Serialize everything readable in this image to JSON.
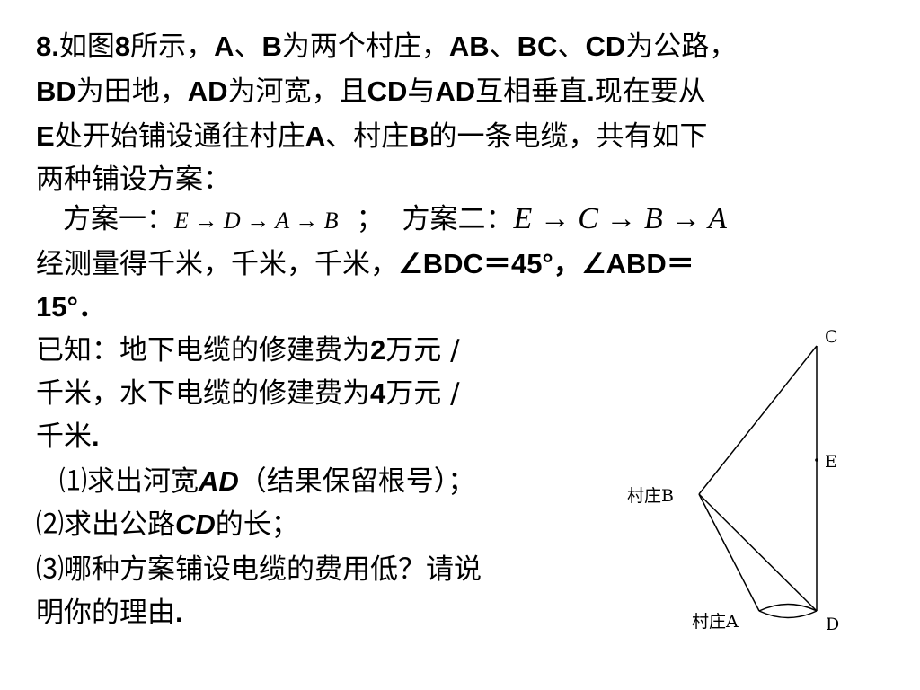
{
  "problem": {
    "l1": {
      "a": "8.",
      "b": "如图",
      "c": "8",
      "d": "所示，",
      "e": "A",
      "f": "、",
      "g": "B",
      "h": "为两个村庄，",
      "i": "AB",
      "j": "、",
      "k": "BC",
      "l": "、",
      "m": "CD",
      "n": "为公路，"
    },
    "l2": {
      "a": "BD",
      "b": "为田地，",
      "c": "AD",
      "d": "为河宽，且",
      "e": "CD",
      "f": "与",
      "g": "AD",
      "h": "互相垂直",
      "i": ".",
      "j": "现在要从"
    },
    "l3": {
      "a": "E",
      "b": "处开始铺设通往村庄",
      "c": "A",
      "d": "、村庄",
      "e": "B",
      "f": "的一条电缆，共有如下"
    },
    "l4": {
      "a": "两种铺设方案："
    },
    "l5": {
      "label1": "方案一：",
      "route1": "E → D → A → B",
      "semi": "；",
      "label2": "方案二：",
      "route2": "E → C → B → A"
    },
    "l6": {
      "a": "经测量得千米，千米，千米，",
      "b": "∠BDC＝45°，∠ABD＝"
    },
    "l7": {
      "a": "15°．"
    },
    "l8": {
      "a": "已知：地下电缆的修建费为",
      "b": "2",
      "c": "万元 /"
    },
    "l9": {
      "a": "千米，水下电缆的修建费为",
      "b": "4",
      "c": "万元 /"
    },
    "l10": {
      "a": "千米",
      "b": "."
    },
    "l11": {
      "a": "⑴求出河宽",
      "b": "AD",
      "c": "（结果保留根号）；"
    },
    "l12": {
      "a": "⑵求出公路",
      "b": "CD",
      "c": "的长；"
    },
    "l13": {
      "a": "⑶哪种方案铺设电缆的费用低？请说"
    },
    "l14": {
      "a": "明你的理由",
      "b": "."
    }
  },
  "figure": {
    "labels": {
      "c": "C",
      "e": "E",
      "b": "村庄B",
      "a": "村庄A",
      "d": "D"
    },
    "stroke_color": "#000000"
  }
}
